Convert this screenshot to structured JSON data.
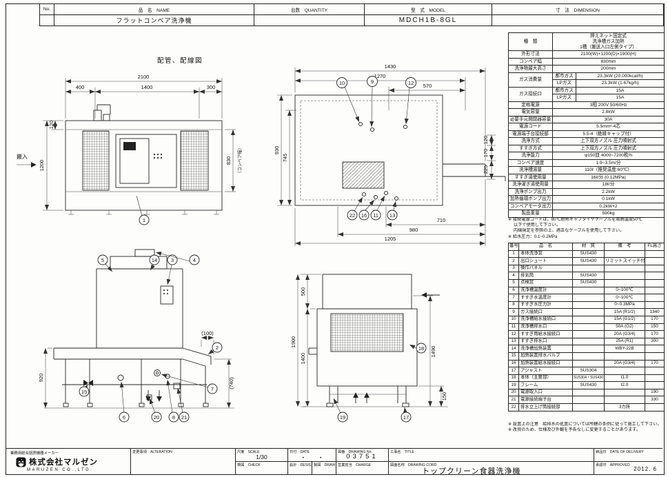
{
  "title_block": {
    "no_label": "No.",
    "name_label": "品　名　NAME",
    "name_value": "フラットコンベア洗浄機",
    "qty_label": "台数　QUANTITY",
    "model_label": "型　式　MODEL",
    "model_value": "MDCH1B-8GL",
    "dim_label": "寸　法　DIMENSION"
  },
  "spec": {
    "rows": [
      {
        "label": "種　類",
        "value": "押えネット固定式\n洗浄槽ガス加熱\n1槽（搬送入口左側タイプ）"
      },
      {
        "label": "外形寸法",
        "value": "2100(W)×1200(D)×1900(H)"
      },
      {
        "label": "コンベア幅",
        "value": "830mm"
      },
      {
        "label": "洗浄物最大高さ",
        "value": "200mm"
      },
      {
        "label": "ガス消費量",
        "sub": "都市ガス",
        "value": "23.3kW (20,000kcal/h)"
      },
      {
        "label": "",
        "sub": "LPガス",
        "value": "23.3kW (1.67kg/h)"
      },
      {
        "label": "ガス接続口",
        "sub": "都市ガス",
        "value": "15A"
      },
      {
        "label": "",
        "sub": "LPガス",
        "value": "15A"
      },
      {
        "label": "定格電源",
        "value": "3相 200V 50/60Hz"
      },
      {
        "label": "電気容量",
        "value": "2.8kW"
      },
      {
        "label": "必要手元開閉器容量",
        "value": "30A"
      },
      {
        "label": "電源コード",
        "value": "5.5mm²-4芯"
      },
      {
        "label": "電源端子台接続部",
        "value": "5.5-4（絶縁キャップ付）"
      },
      {
        "label": "洗浄方式",
        "value": "上下双方ノズル 圧力噴射式"
      },
      {
        "label": "すすぎ方式",
        "value": "上下双方ノズル 圧力噴射式"
      },
      {
        "label": "洗浄能力",
        "value": "φ150皿 4000~7200枚/h"
      },
      {
        "label": "コンベア速度",
        "value": "1.9~3.5m/分"
      },
      {
        "label": "洗浄槽湯量",
        "value": "110ℓ（推奨温度:60℃）"
      },
      {
        "label": "すすぎ湯使用量",
        "value": "16ℓ/分 (0.12MPa)"
      },
      {
        "label": "洗浄濯ぎ湯使用量",
        "value": "18ℓ/分"
      },
      {
        "label": "洗浄ポンプ出力",
        "value": "2.2kW"
      },
      {
        "label": "加熱循環ポンプ出力",
        "value": "0.1kW"
      },
      {
        "label": "コンベアモータ出力",
        "value": "0.2kW×2"
      },
      {
        "label": "製品重量",
        "value": "590kg"
      }
    ],
    "notes": [
      "※ 接続電源コードは、80℃耐熱キャブタイヤケーブルを周囲温度50℃",
      "　 以下で使用して下さい。",
      "　 内線規定を参照の上、適正なケーブルを使用して下さい。",
      "※ 給水圧力：0.1~0.2MPa"
    ]
  },
  "parts": {
    "headers": [
      "番号",
      "品　名",
      "材　質",
      "備　考",
      "FL高さ"
    ],
    "rows": [
      {
        "no": "1",
        "name": "本体洗浄窓",
        "material": "SUS430",
        "note": "",
        "fl": ""
      },
      {
        "no": "2",
        "name": "出口シュート",
        "material": "SUS430",
        "note": "リミットスイッチ付",
        "fl": ""
      },
      {
        "no": "3",
        "name": "操作パネル",
        "material": "",
        "note": "",
        "fl": ""
      },
      {
        "no": "4",
        "name": "排気筒",
        "material": "SUS430",
        "note": "",
        "fl": ""
      },
      {
        "no": "5",
        "name": "点検窓",
        "material": "SUS430",
        "note": "",
        "fl": ""
      },
      {
        "no": "6",
        "name": "洗浄槽温度計",
        "material": "",
        "note": "0~100℃",
        "fl": ""
      },
      {
        "no": "7",
        "name": "すすぎ水温度計",
        "material": "",
        "note": "0~100℃",
        "fl": ""
      },
      {
        "no": "8",
        "name": "すすぎ水圧力計",
        "material": "",
        "note": "0~0.3MPa",
        "fl": ""
      },
      {
        "no": "9",
        "name": "ガス接続口",
        "material": "",
        "note": "15A (R1/2)",
        "fl": "1340"
      },
      {
        "no": "10",
        "name": "洗浄槽給水接続口",
        "material": "",
        "note": "15A (G1/2)",
        "fl": "170"
      },
      {
        "no": "11",
        "name": "洗浄槽排水口",
        "material": "",
        "note": "50A (G2)",
        "fl": "150"
      },
      {
        "no": "12",
        "name": "すすぎ用給水接続口",
        "material": "",
        "note": "20A (G3/4)",
        "fl": "170"
      },
      {
        "no": "13",
        "name": "すすぎ排水口",
        "material": "",
        "note": "25A (R1)",
        "fl": "300"
      },
      {
        "no": "14",
        "name": "洗浄槽加熱装置",
        "material": "",
        "note": "WBY-22B",
        "fl": ""
      },
      {
        "no": "15",
        "name": "加熱装置排水バルブ",
        "material": "",
        "note": "",
        "fl": ""
      },
      {
        "no": "16",
        "name": "加熱装置給水接続口",
        "material": "",
        "note": "20A (G3/4)",
        "fl": "170"
      },
      {
        "no": "17",
        "name": "アジャスト",
        "material": "SUS304",
        "note": "",
        "fl": ""
      },
      {
        "no": "18",
        "name": "本体（主要部）",
        "material": "SUS304・SUS430",
        "note": "t1.0",
        "fl": ""
      },
      {
        "no": "19",
        "name": "フレーム",
        "material": "SUS430",
        "note": "t2.0",
        "fl": ""
      },
      {
        "no": "20",
        "name": "電源取入口",
        "material": "",
        "note": "",
        "fl": "190"
      },
      {
        "no": "21",
        "name": "電源接続端子台",
        "material": "",
        "note": "",
        "fl": "330"
      },
      {
        "no": "22",
        "name": "排水立上げ筒接続部",
        "material": "",
        "note": "3カ所",
        "fl": ""
      }
    ],
    "notes": [
      "※ 設置上の注意　給排水の処置については所轄の条例に従って施工して下さい。",
      "※ 改良のため、仕様及び外観を予告なしに変更することがあります。"
    ]
  },
  "footer": {
    "maker_line": "業務用総合厨房機器メーカー",
    "company": "株式会社マルゼン",
    "company_en": "MARUZEN  CO.,LTD.",
    "alteration_label": "変更事項　ALTERATION",
    "scale_label": "尺度　SCALE",
    "scale_value": "1/30",
    "date_label": "日付　DATE",
    "date_value": "・　　・",
    "dwg_no_label": "図番　DRAWING No.",
    "dwg_no_value": "03751",
    "title_label": "工事名　TITLE",
    "delivery_label": "納品日　DATE OF DELIVERY",
    "check_label": "検図　CHECK",
    "design_label": "設計　DESIGN",
    "draw_label": "製図　DRAW",
    "charge_label": "営業担当　CHARGE",
    "dwg_name_label": "図面名称　DRAWING CORD",
    "dwg_name_value": "トップクリーン食器洗浄機",
    "approved_label": "承認印　APPROVED",
    "issue_date": "2012. 6"
  },
  "drawings": {
    "plan_a": {
      "carry_in": "搬入",
      "d2100": "2100",
      "d1400": "1400",
      "d400": "400",
      "d300": "300",
      "d120": "120",
      "d1200": "1200",
      "d830": "830",
      "conveyor_note": "（コンベア幅）",
      "c1": "1"
    },
    "piping": {
      "title": "配管、配線図",
      "d1430": "1430",
      "d1270": "1270",
      "d570": "570",
      "d930": "930",
      "d745": "745",
      "d120": "120",
      "d170": "170",
      "d225": "225",
      "d710": "710",
      "d980": "980",
      "d1205": "1205",
      "c9": "9",
      "c10": "10",
      "c12": "12",
      "c22": "22",
      "c16": "16",
      "c11": "11",
      "c13": "13"
    },
    "side": {
      "d920": "920",
      "d740": "(740)",
      "d100": "(100)",
      "c5": "5",
      "c14": "14",
      "c3": "3",
      "c4": "4",
      "c2": "2",
      "c7": "7",
      "c15": "15",
      "c6": "6",
      "c20": "20",
      "c8": "8",
      "c21": "21"
    },
    "rear": {
      "d500": "500",
      "d1900": "1900",
      "d1400": "1400",
      "d1490": "1490",
      "d150": "150",
      "c18": "18",
      "c19": "19",
      "c17": "17"
    }
  }
}
